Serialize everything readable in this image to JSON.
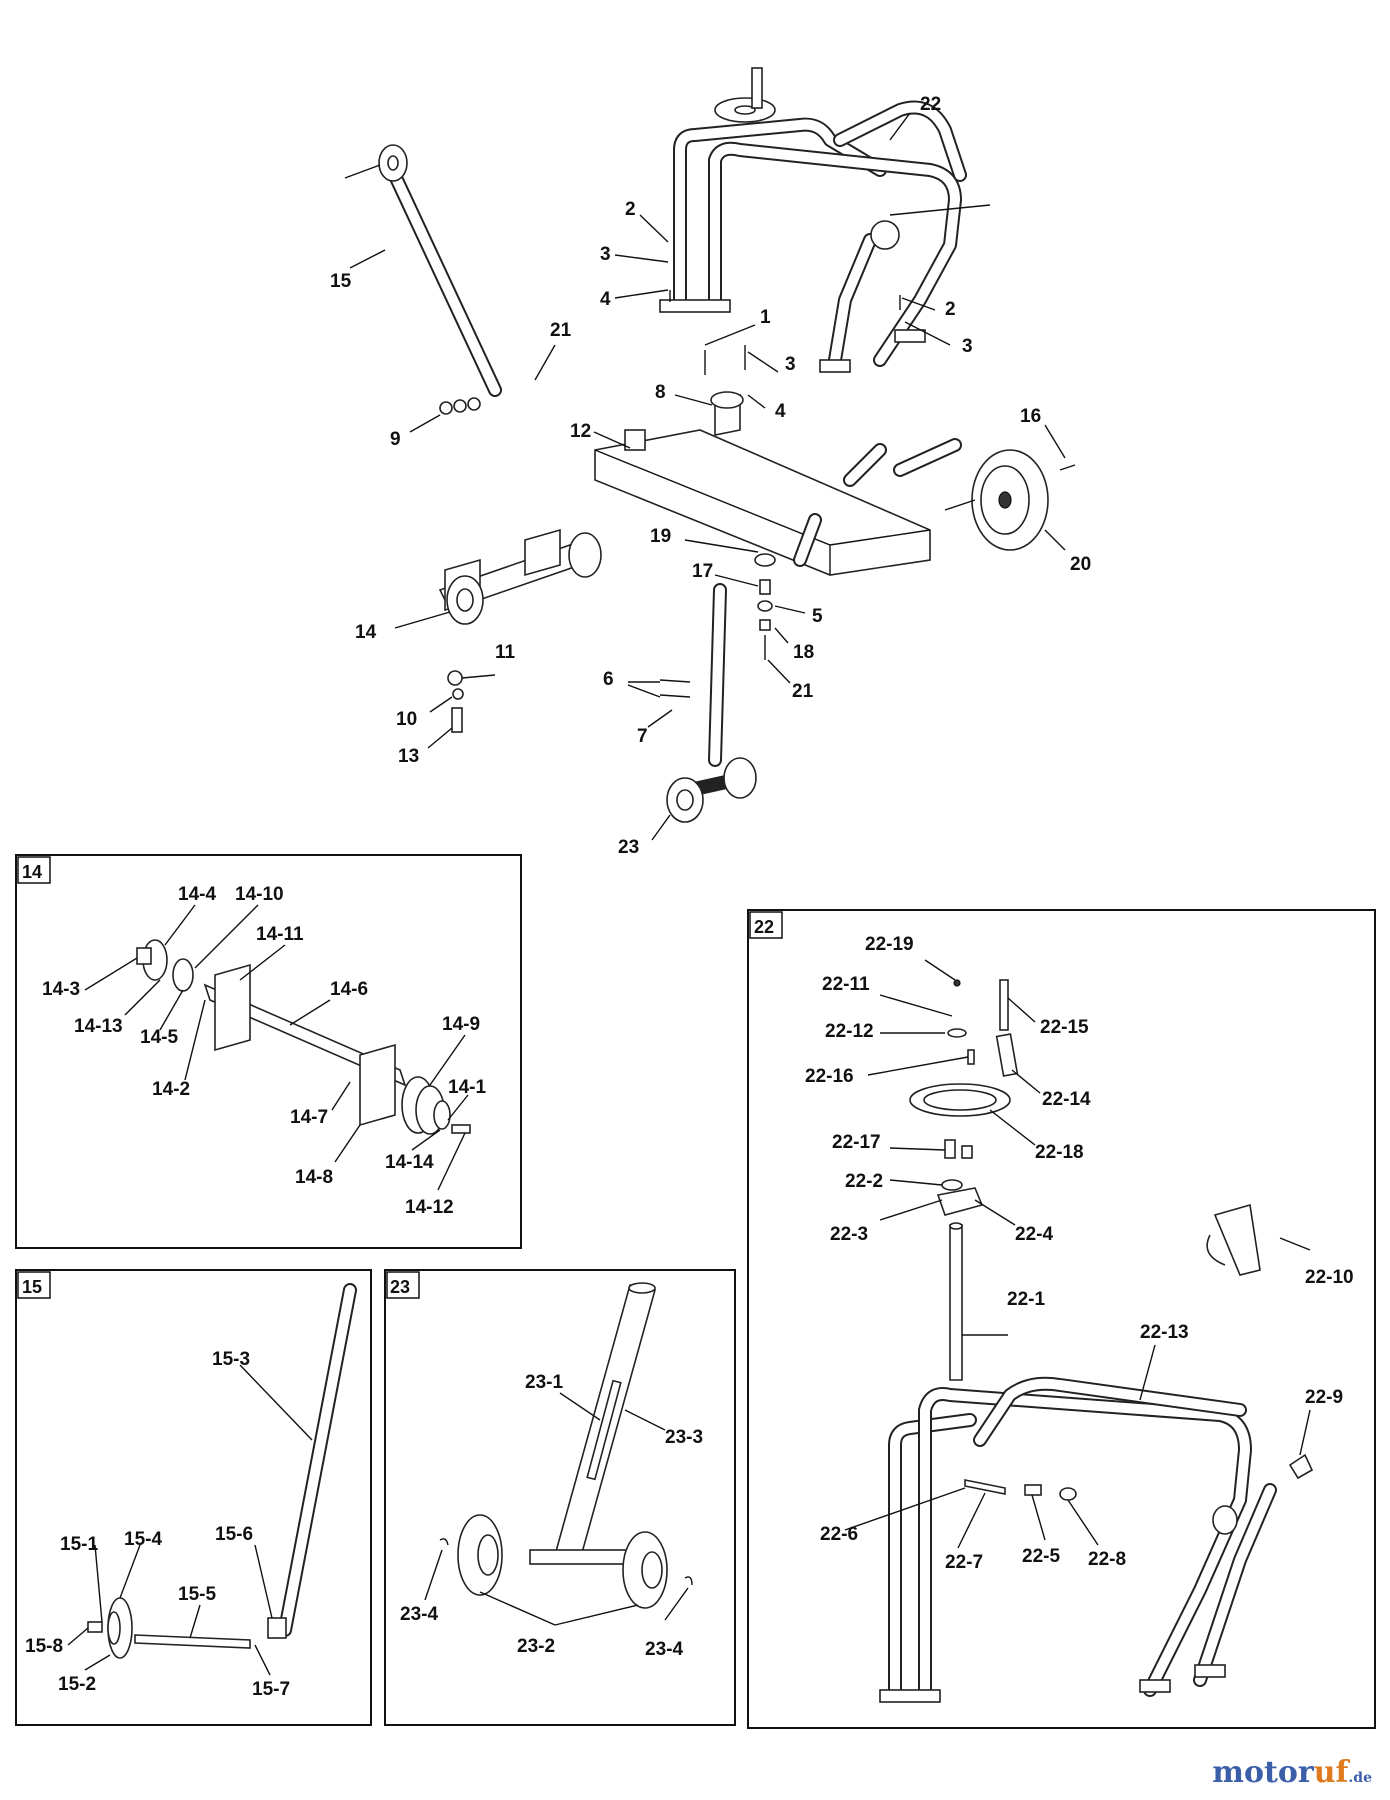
{
  "panels": {
    "p14": "14",
    "p15": "15",
    "p23": "23",
    "p22": "22"
  },
  "labels": {
    "main": [
      "22",
      "2",
      "3",
      "4",
      "2",
      "3",
      "15",
      "21",
      "1",
      "3",
      "8",
      "4",
      "9",
      "12",
      "16",
      "20",
      "19",
      "17",
      "5",
      "14",
      "18",
      "11",
      "6",
      "21",
      "10",
      "7",
      "13",
      "23"
    ],
    "panel14": [
      "14-4",
      "14-10",
      "14-11",
      "14-3",
      "14-6",
      "14-9",
      "14-13",
      "14-5",
      "14-2",
      "14-1",
      "14-7",
      "14-8",
      "14-14",
      "14-12"
    ],
    "panel15": [
      "15-3",
      "15-1",
      "15-4",
      "15-6",
      "15-5",
      "15-8",
      "15-2",
      "15-7"
    ],
    "panel23": [
      "23-1",
      "23-3",
      "23-4",
      "23-2",
      "23-4"
    ],
    "panel22": [
      "22-19",
      "22-11",
      "22-15",
      "22-12",
      "22-16",
      "22-14",
      "22-18",
      "22-17",
      "22-2",
      "22-3",
      "22-4",
      "22-10",
      "22-1",
      "22-13",
      "22-9",
      "22-6",
      "22-7",
      "22-5",
      "22-8"
    ]
  },
  "watermark": {
    "brand_main": "motor",
    "brand_accent": "uf",
    "brand_tld": ".de"
  }
}
